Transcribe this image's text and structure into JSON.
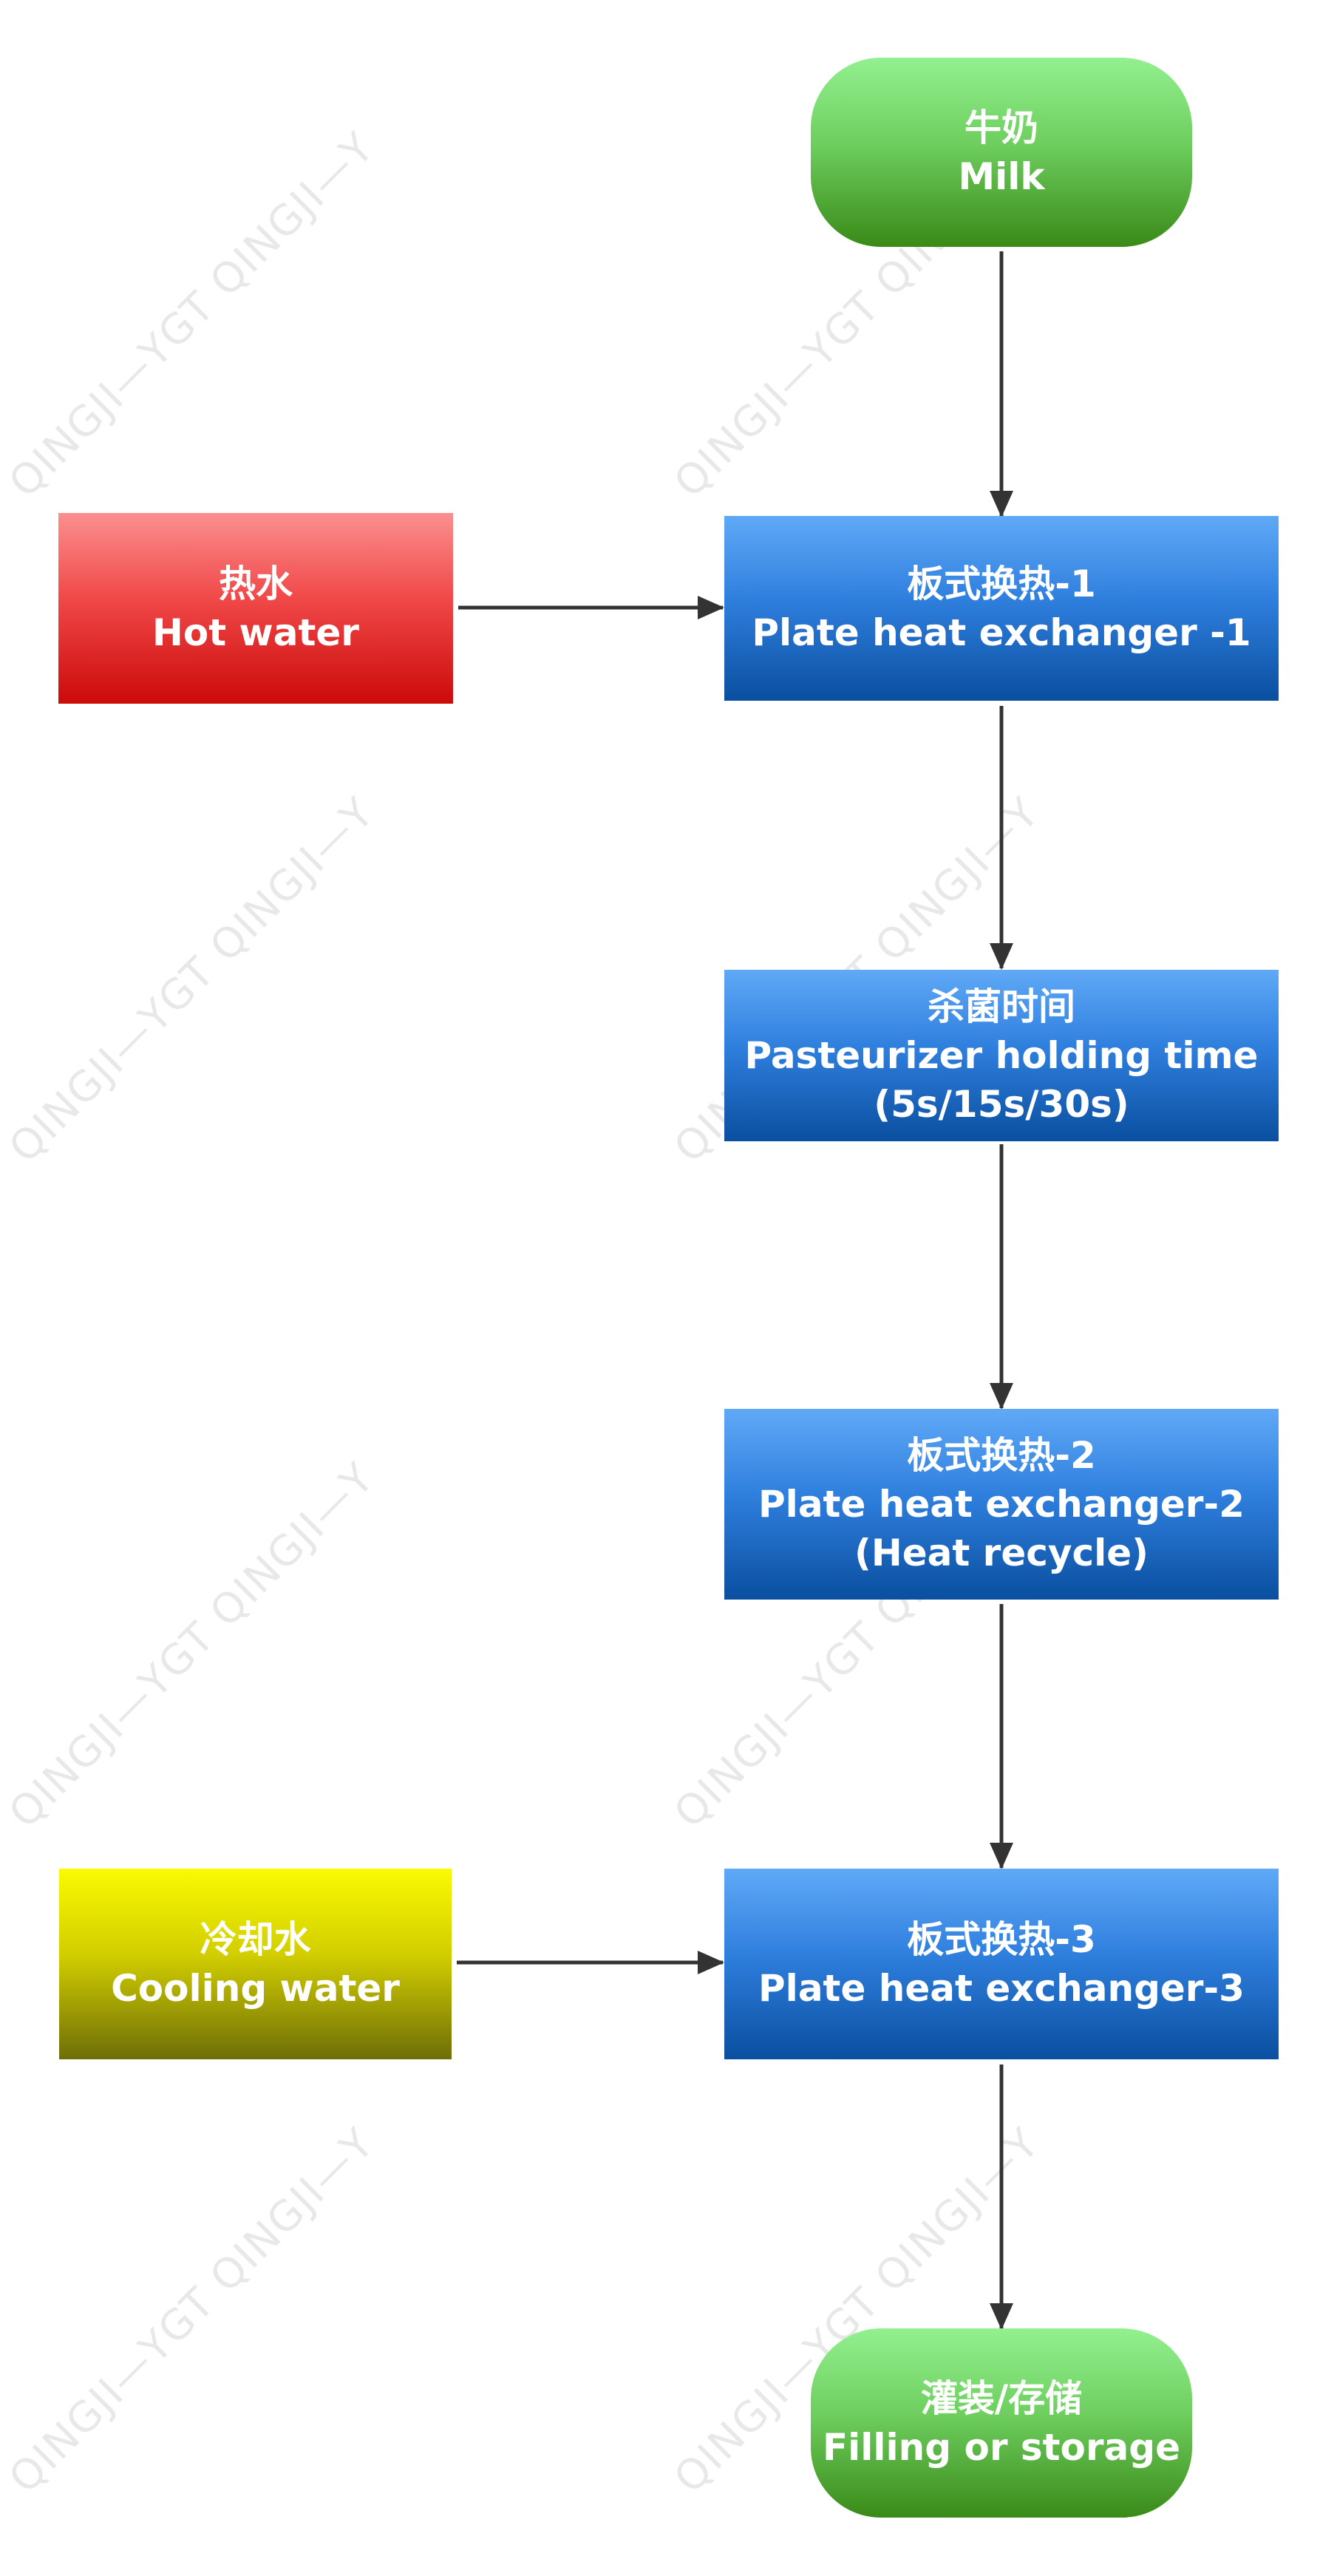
{
  "watermark_text": "QINGJI—YGT QINGJI—Y",
  "nodes": {
    "milk": {
      "zh": "牛奶",
      "en": "Milk"
    },
    "hot_water": {
      "zh": "热水",
      "en": "Hot water"
    },
    "phe1": {
      "zh": "板式换热-1",
      "en": "Plate heat exchanger -1"
    },
    "holding": {
      "zh": "杀菌时间",
      "en": "Pasteurizer holding time",
      "extra": "(5s/15s/30s)"
    },
    "phe2": {
      "zh": "板式换热-2",
      "en": "Plate heat exchanger-2",
      "extra": "(Heat recycle)"
    },
    "cooling_water": {
      "zh": "冷却水",
      "en": "Cooling water"
    },
    "phe3": {
      "zh": "板式换热-3",
      "en": "Plate heat exchanger-3"
    },
    "filling": {
      "zh": "灌装/存储",
      "en": "Filling or storage"
    }
  },
  "colors": {
    "terminal": "#5cb83f",
    "process": "#2a7bd6",
    "hot_water": "#e02020",
    "cooling_water": "#b8b400",
    "arrow": "#333333"
  }
}
